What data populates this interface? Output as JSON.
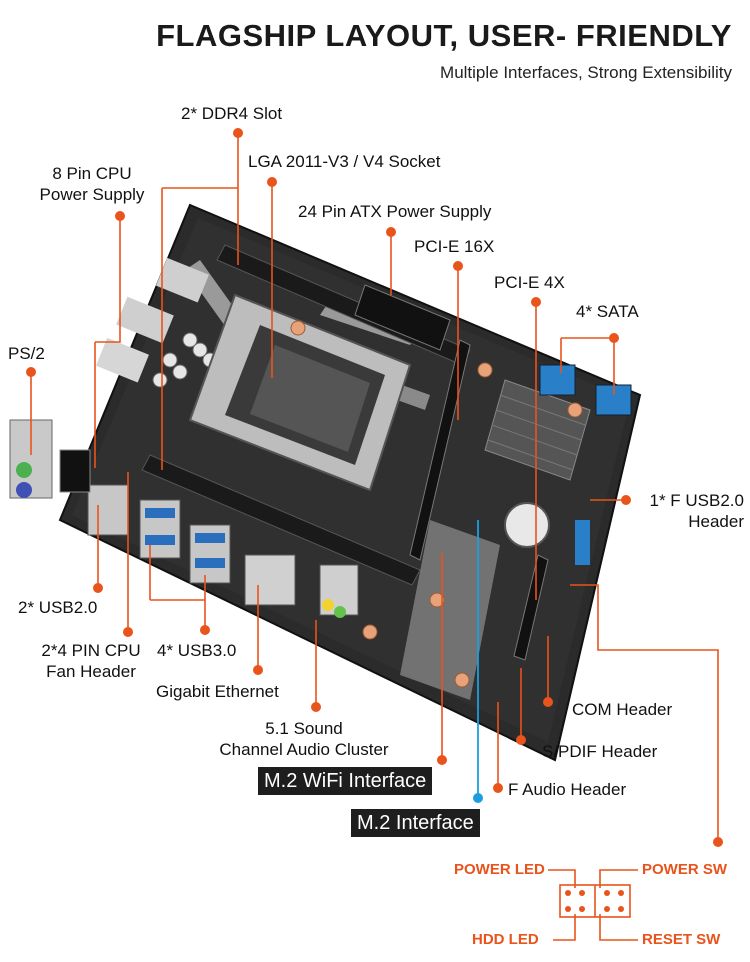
{
  "header": {
    "title": "FLAGSHIP LAYOUT, USER- FRIENDLY",
    "subtitle": "Multiple Interfaces, Strong Extensibility"
  },
  "colors": {
    "accent": "#e8541c",
    "m2_line": "#1a9ee0",
    "board": "#2b2b2b"
  },
  "callouts": {
    "ddr4": "2* DDR4 Slot",
    "socket": "LGA 2011-V3 / V4 Socket",
    "cpu_power_1": "8 Pin CPU",
    "cpu_power_2": "Power Supply",
    "atx": "24 Pin ATX Power Supply",
    "pcie16": "PCI-E 16X",
    "pcie4": "PCI-E 4X",
    "sata": "4* SATA",
    "ps2": "PS/2",
    "fusb_1": "1* F USB2.0",
    "fusb_2": "Header",
    "usb2": "2* USB2.0",
    "fan_1": "2*4 PIN CPU",
    "fan_2": "Fan Header",
    "usb3": "4* USB3.0",
    "ethernet": "Gigabit Ethernet",
    "audio_1": "5.1 Sound",
    "audio_2": "Channel Audio Cluster",
    "com": "COM Header",
    "spdif": "S/PDIF Header",
    "faudio": "F Audio Header",
    "m2_wifi": "M.2 WiFi Interface",
    "m2": "M.2 Interface"
  },
  "front_panel": {
    "power_led": "POWER LED",
    "power_sw": "POWER SW",
    "hdd_led": "HDD  LED",
    "reset_sw": "RESET SW"
  }
}
